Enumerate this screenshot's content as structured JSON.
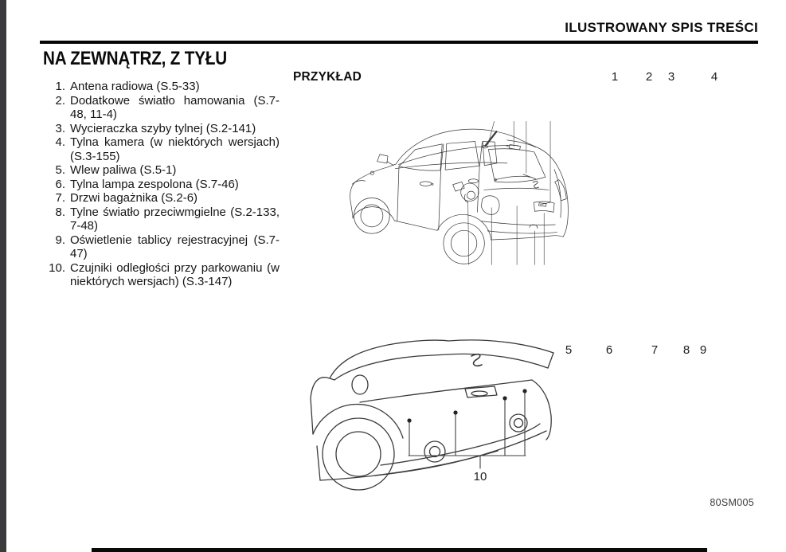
{
  "page": {
    "header_title": "ILUSTROWANY SPIS TREŚCI",
    "section_title": "NA ZEWNĄTRZ, Z TYŁU",
    "example_label": "PRZYKŁAD",
    "figure_code": "80SM005"
  },
  "parts_list": [
    {
      "num": "1.",
      "text": "Antena radiowa (S.5-33)"
    },
    {
      "num": "2.",
      "text": "Dodatkowe światło hamowania (S.7-48, 11-4)"
    },
    {
      "num": "3.",
      "text": "Wycieraczka szyby tylnej (S.2-141)"
    },
    {
      "num": "4.",
      "text": "Tylna kamera (w niektórych wersjach) (S.3-155)"
    },
    {
      "num": "5.",
      "text": "Wlew paliwa (S.5-1)"
    },
    {
      "num": "6.",
      "text": "Tylna lampa zespolona (S.7-46)"
    },
    {
      "num": "7.",
      "text": "Drzwi bagażnika (S.2-6)"
    },
    {
      "num": "8.",
      "text": "Tylne światło przeciwmgielne (S.2-133, 7-48)"
    },
    {
      "num": "9.",
      "text": "Oświetlenie tablicy rejestracyjnej (S.7-47)"
    },
    {
      "num": "10.",
      "text": "Czujniki odległości przy parkowaniu (w niektórych wersjach) (S.3-147)"
    }
  ],
  "diagram_rear_top": {
    "callouts": [
      "1",
      "2",
      "3",
      "4",
      "5",
      "6",
      "7",
      "8",
      "9"
    ]
  },
  "diagram_bumper": {
    "callout": "10"
  },
  "colors": {
    "line": "#3a3a3a",
    "ink": "#151515",
    "edge_strip": "#3b3b3d"
  }
}
